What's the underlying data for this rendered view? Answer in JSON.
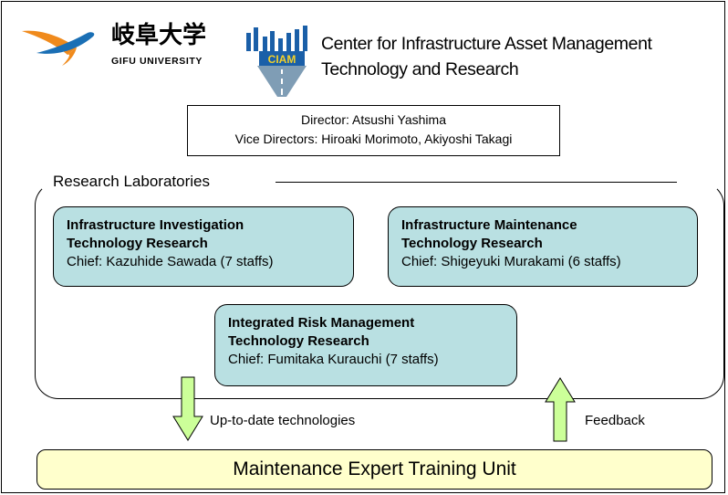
{
  "header": {
    "logo_gifu": {
      "kanji": "岐阜大学",
      "english": "GIFU UNIVERSITY",
      "bird_colors": [
        "#f08a1c",
        "#1a6fb5"
      ]
    },
    "logo_ciam": {
      "text": "CIAM",
      "colors": [
        "#1a5fa8",
        "#f2d02a"
      ]
    },
    "title_line1": "Center for Infrastructure Asset Management",
    "title_line2": "Technology and Research"
  },
  "leadership": {
    "director": "Director: Atsushi Yashima",
    "vice_directors": "Vice Directors: Hiroaki Morimoto, Akiyoshi Takagi"
  },
  "research": {
    "label": "Research Laboratories",
    "labs": [
      {
        "name_line1": "Infrastructure Investigation",
        "name_line2": "Technology Research",
        "chief": "Chief: Kazuhide Sawada (7 staffs)"
      },
      {
        "name_line1": "Infrastructure Maintenance",
        "name_line2": "Technology Research",
        "chief": "Chief: Shigeyuki Murakami (6 staffs)"
      },
      {
        "name_line1": "Integrated Risk Management",
        "name_line2": "Technology Research",
        "chief": "Chief: Fumitaka Kurauchi (7 staffs)"
      }
    ],
    "lab_color": "#b9e0e2"
  },
  "flows": {
    "down_label": "Up-to-date technologies",
    "up_label": "Feedback",
    "arrow_color": "#ccff99"
  },
  "training_unit": {
    "label": "Maintenance Expert Training Unit",
    "color": "#ffffcc"
  }
}
